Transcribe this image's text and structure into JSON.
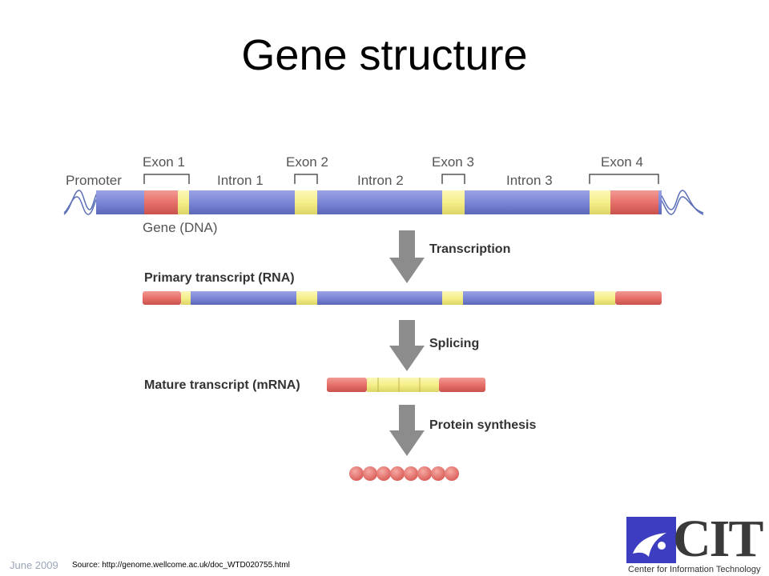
{
  "title": "Gene structure",
  "labels": {
    "promoter": "Promoter",
    "exon1": "Exon 1",
    "exon2": "Exon 2",
    "exon3": "Exon 3",
    "exon4": "Exon 4",
    "intron1": "Intron 1",
    "intron2": "Intron 2",
    "intron3": "Intron 3",
    "gene_dna": "Gene (DNA)",
    "transcription": "Transcription",
    "primary_transcript": "Primary transcript (RNA)",
    "splicing": "Splicing",
    "mature_transcript": "Mature transcript (mRNA)",
    "protein_synthesis": "Protein synthesis"
  },
  "colors": {
    "intron_blue": "#7b86d6",
    "exon_yellow": "#f5ef8a",
    "utr_red": "#e8706a",
    "arrow_gray": "#8c8c8c",
    "dna_helix": "#5a6fb8",
    "logo_blue": "#3d3dc2"
  },
  "footer": {
    "date": "June 2009",
    "source": "Source: http://genome.wellcome.ac.uk/doc_WTD020755.html"
  },
  "logo": {
    "letters": "CIT",
    "subtitle": "Center for Information Technology"
  }
}
